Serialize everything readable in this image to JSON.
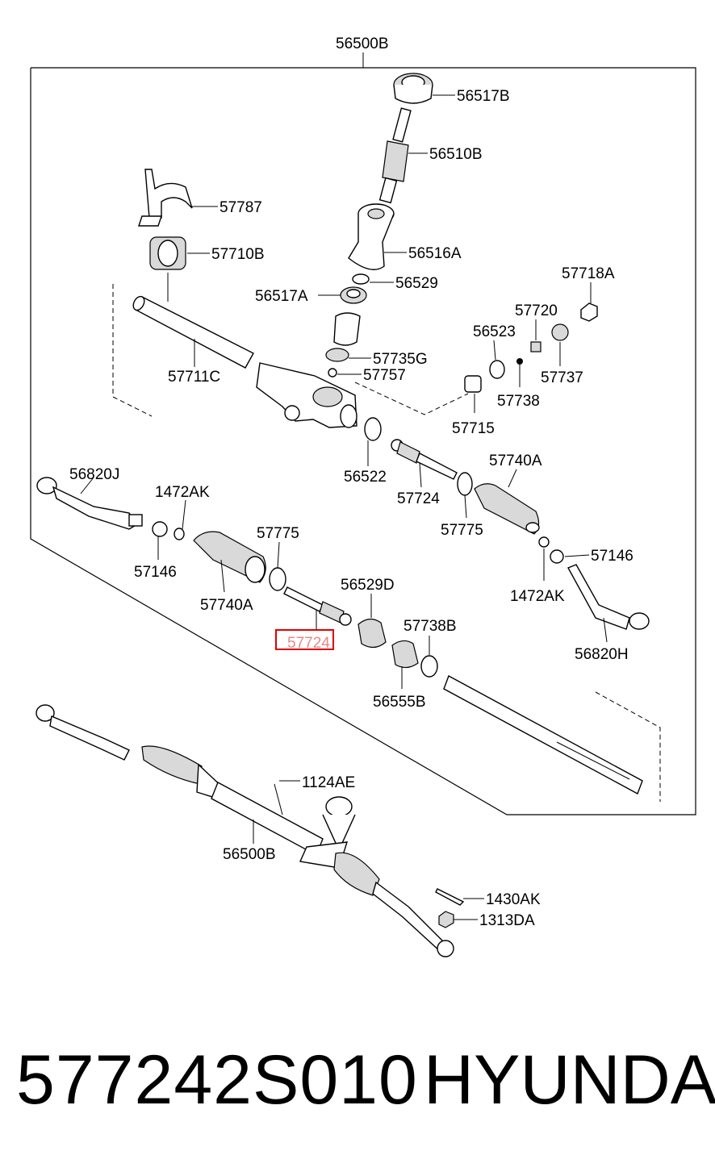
{
  "diagram": {
    "assembly_label": "56500B",
    "labels": {
      "l_56517B": "56517B",
      "l_56510B": "56510B",
      "l_57787": "57787",
      "l_57710B": "57710B",
      "l_56516A": "56516A",
      "l_56529": "56529",
      "l_56517A": "56517A",
      "l_57718A": "57718A",
      "l_57720": "57720",
      "l_56523": "56523",
      "l_57735G": "57735G",
      "l_57757": "57757",
      "l_57711C": "57711C",
      "l_57737": "57737",
      "l_57738": "57738",
      "l_57715": "57715",
      "l_56522": "56522",
      "l_57724_upper": "57724",
      "l_57740A_right": "57740A",
      "l_56820J": "56820J",
      "l_1472AK_left": "1472AK",
      "l_57775_right": "57775",
      "l_57146_left": "57146",
      "l_57775_left": "57775",
      "l_57146_right": "57146",
      "l_57740A_left": "57740A",
      "l_56529D": "56529D",
      "l_1472AK_right": "1472AK",
      "l_57724_highlighted": "57724",
      "l_57738B": "57738B",
      "l_56820H": "56820H",
      "l_56555B": "56555B",
      "l_1124AE": "1124AE",
      "l_56500B_lower": "56500B",
      "l_1430AK": "1430AK",
      "l_1313DA": "1313DA"
    },
    "highlight_color": "#e00000"
  },
  "footer": {
    "part_number": "577242S010",
    "brand": "HYUNDAI"
  }
}
